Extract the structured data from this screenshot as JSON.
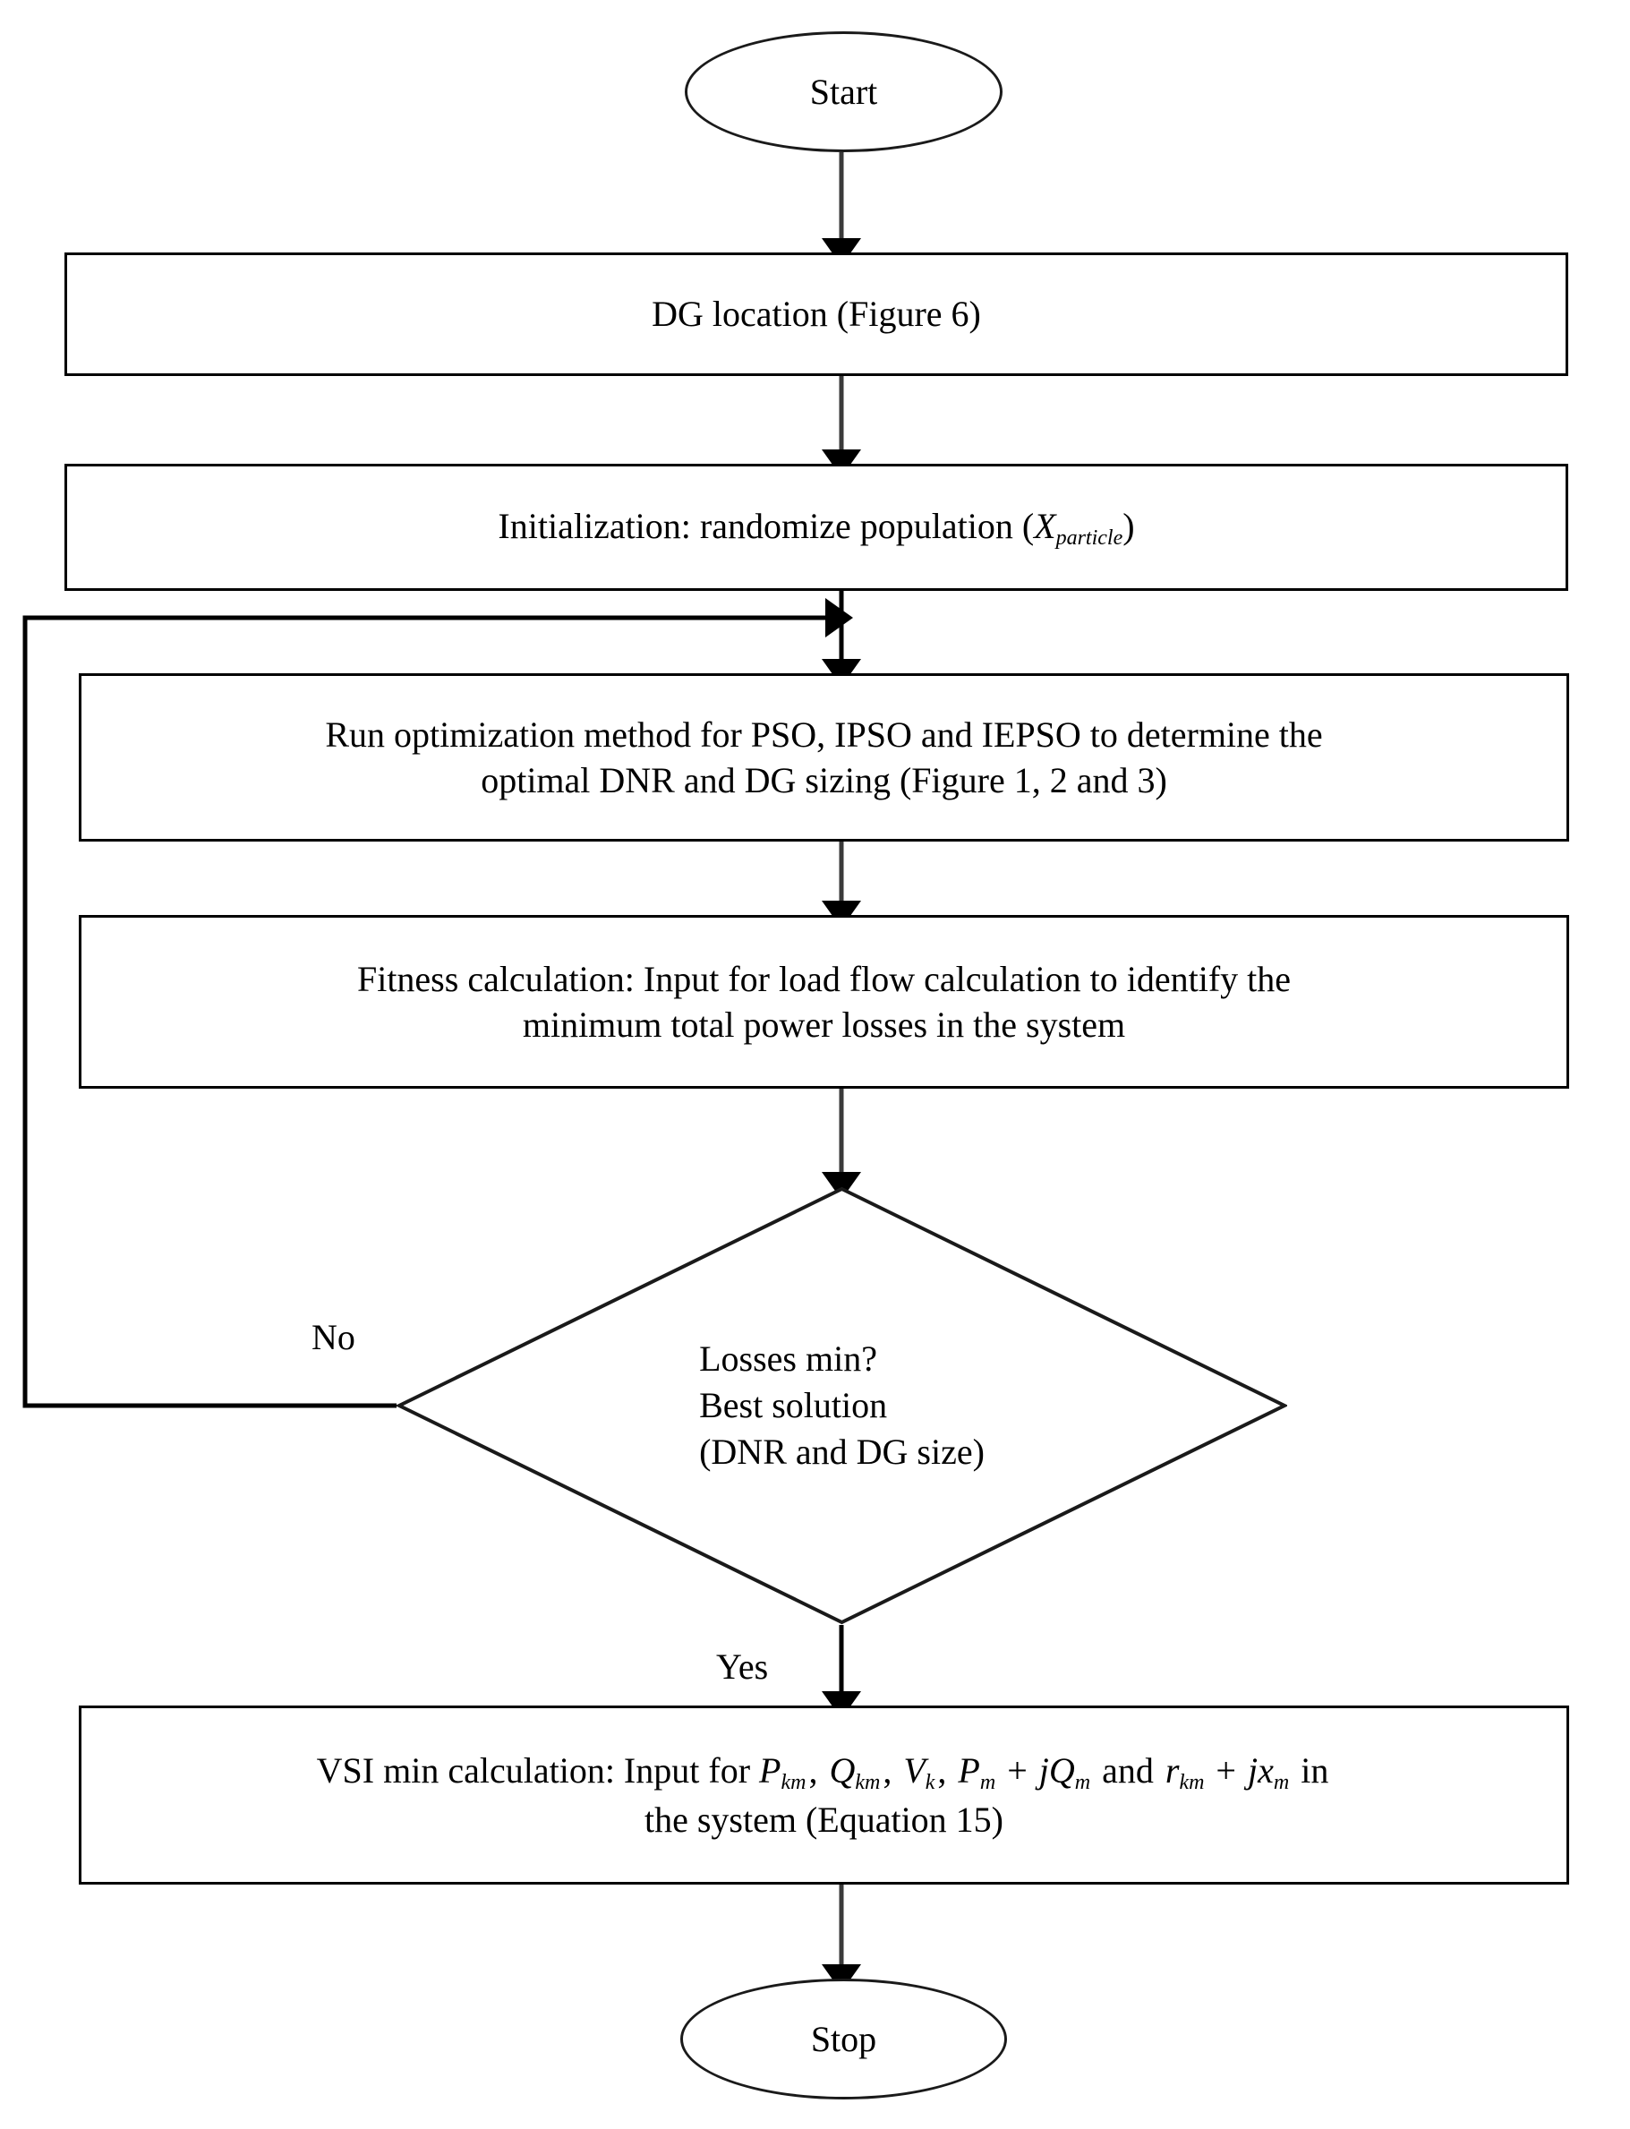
{
  "diagram": {
    "title": "Flowchart of the proposed optimization method",
    "type": "flowchart",
    "line_color": "#000000",
    "background": "#ffffff",
    "text_color": "#000000"
  },
  "nodes": {
    "start": {
      "shape": "terminator",
      "label": "Start"
    },
    "dg_location": {
      "shape": "process",
      "label": "DG location (Figure 6)"
    },
    "initialization": {
      "shape": "process",
      "label_prefix": "Initialization: randomize population (",
      "label_var": "X",
      "label_sub": "particle",
      "label_suffix": ")"
    },
    "run_optimization": {
      "shape": "process",
      "line1": "Run optimization method for PSO, IPSO and IEPSO to determine the",
      "line2": "optimal DNR and DG sizing (Figure 1, 2 and 3)"
    },
    "fitness": {
      "shape": "process",
      "line1": "Fitness calculation: Input for load flow calculation to identify the",
      "line2": "minimum total power losses in the system"
    },
    "decision": {
      "shape": "diamond",
      "line1": "Losses min?",
      "line2": "Best solution",
      "line3": "(DNR and DG size)"
    },
    "vsi": {
      "shape": "process",
      "line1_prefix": "VSI min calculation: Input for ",
      "line1_terms": [
        {
          "var": "P",
          "sub": "km",
          "after": ", "
        },
        {
          "var": "Q",
          "sub": "km",
          "after": ", "
        },
        {
          "var": "V",
          "sub": "k",
          "after": ", "
        },
        {
          "var": "P",
          "sub": "m",
          "after": " + "
        },
        {
          "var": "jQ",
          "sub": "m",
          "after": " and "
        },
        {
          "var": "r",
          "sub": "km",
          "after": " + "
        },
        {
          "var": "jx",
          "sub": "m",
          "after": " in"
        }
      ],
      "line2": "the system (Equation 15)"
    },
    "stop": {
      "shape": "terminator",
      "label": "Stop"
    }
  },
  "edges": {
    "no_label": "No",
    "yes_label": "Yes",
    "connections": [
      {
        "from": "start",
        "to": "dg_location",
        "label": ""
      },
      {
        "from": "dg_location",
        "to": "initialization",
        "label": ""
      },
      {
        "from": "initialization",
        "to": "run_optimization",
        "label": ""
      },
      {
        "from": "run_optimization",
        "to": "fitness",
        "label": ""
      },
      {
        "from": "fitness",
        "to": "decision",
        "label": ""
      },
      {
        "from": "decision",
        "to": "run_optimization",
        "label": "No"
      },
      {
        "from": "decision",
        "to": "vsi",
        "label": "Yes"
      },
      {
        "from": "vsi",
        "to": "stop",
        "label": ""
      }
    ]
  }
}
